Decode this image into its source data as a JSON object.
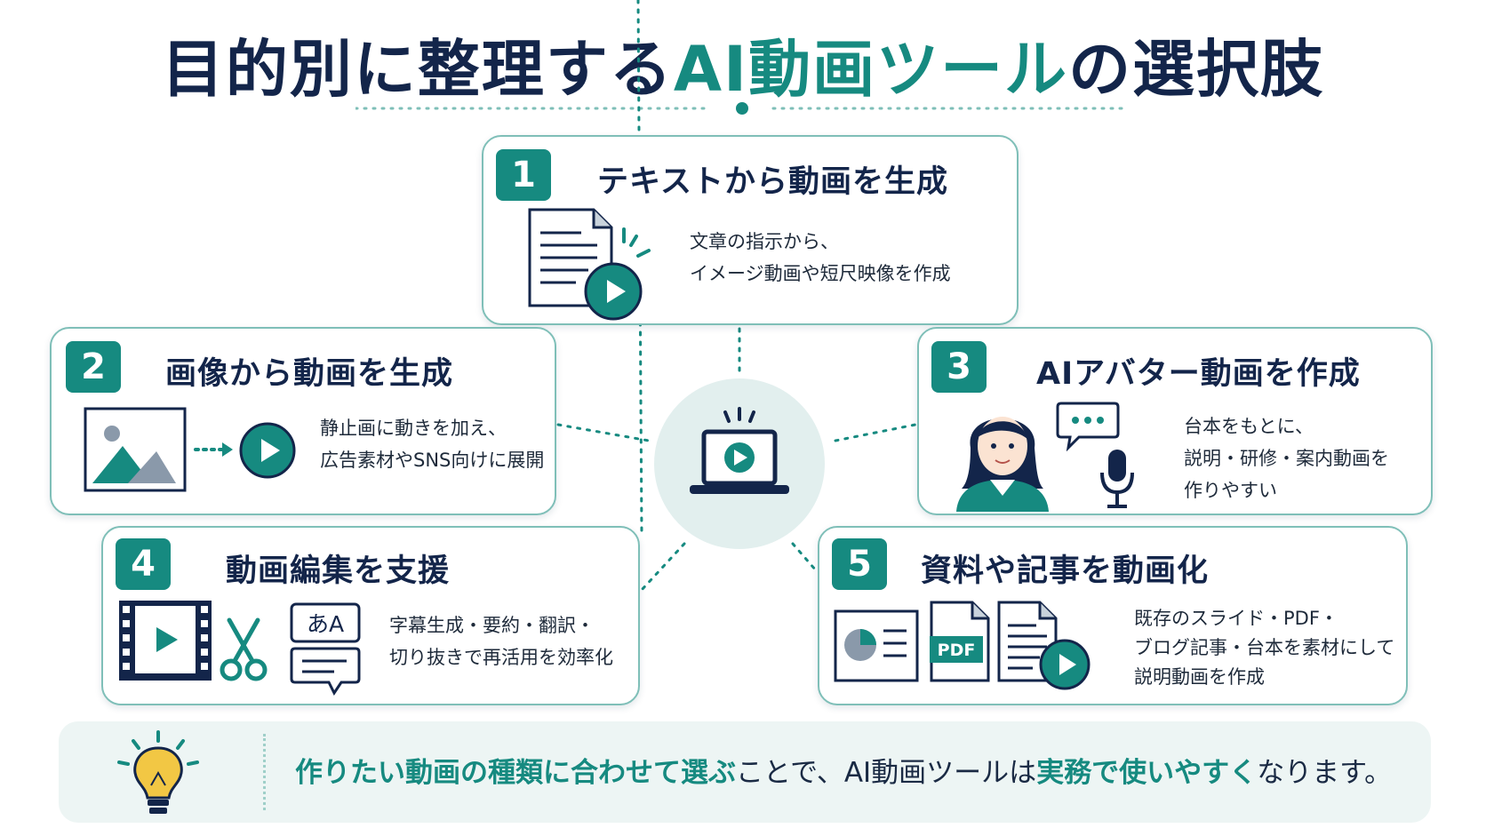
{
  "title": {
    "part1": "目的別に整理する",
    "accent": "AI動画ツール",
    "part2": "の選択肢"
  },
  "colors": {
    "accent": "#168a80",
    "navy": "#13254a",
    "border": "#7fbfb8"
  },
  "cards": [
    {
      "num": "1",
      "title": "テキストから動画を生成",
      "desc": [
        "文章の指示から、",
        "イメージ動画や短尺映像を作成"
      ],
      "icons": [
        "document-icon",
        "play-icon"
      ]
    },
    {
      "num": "2",
      "title": "画像から動画を生成",
      "desc": [
        "静止画に動きを加え、",
        "広告素材やSNS向けに展開"
      ],
      "icons": [
        "image-icon",
        "arrow-icon",
        "play-icon"
      ]
    },
    {
      "num": "3",
      "title": "AIアバター動画を作成",
      "desc": [
        "台本をもとに、",
        "説明・研修・案内動画を",
        "作りやすい"
      ],
      "icons": [
        "avatar-icon",
        "speech-bubble-icon",
        "microphone-icon"
      ]
    },
    {
      "num": "4",
      "title": "動画編集を支援",
      "desc": [
        "字幕生成・要約・翻訳・",
        "切り抜きで再活用を効率化"
      ],
      "icons": [
        "film-icon",
        "scissors-icon",
        "translate-icon",
        "caption-icon"
      ],
      "translate_label": "あA"
    },
    {
      "num": "5",
      "title": "資料や記事を動画化",
      "desc": [
        "既存のスライド・PDF・",
        "ブログ記事・台本を素材にして",
        "説明動画を作成"
      ],
      "icons": [
        "slide-icon",
        "pdf-icon",
        "document-icon",
        "play-icon"
      ],
      "pdf_label": "PDF"
    }
  ],
  "hub": {
    "icon": "laptop-play-icon"
  },
  "bottom": {
    "icon": "lightbulb-icon",
    "seg1": "作りたい動画の種類に合わせて選ぶ",
    "seg2": "ことで、AI動画ツールは",
    "seg3": "実務で使いやすく",
    "seg4": "なります。"
  }
}
